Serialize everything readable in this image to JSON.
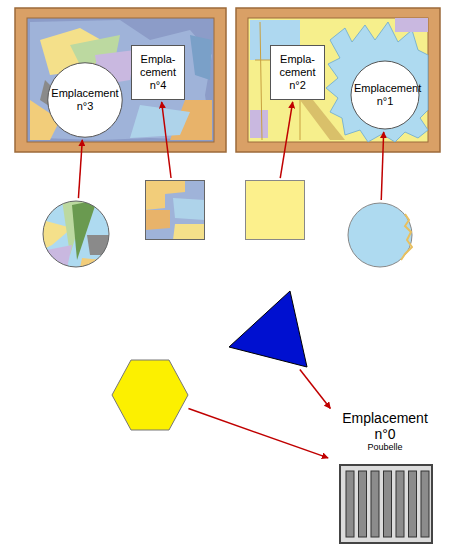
{
  "diagram": {
    "nodes": [
      {
        "text": [
          "Emplacement n°3"
        ]
      },
      {
        "text": [
          "Empla- cement n°4"
        ]
      },
      {
        "text": [
          "Empla- cement n°2"
        ]
      },
      {
        "text": [
          "Emplacement n°1"
        ]
      },
      {
        "text": []
      },
      {
        "text": []
      },
      {
        "text": []
      },
      {
        "text": []
      },
      {
        "text": []
      },
      {
        "text": []
      },
      {
        "text": [
          "Emplacement n°0",
          "Poubelle"
        ]
      }
    ],
    "edges": [
      {
        "from": 4,
        "to": 0,
        "arrow": "to"
      },
      {
        "from": 5,
        "to": 1,
        "arrow": "to"
      },
      {
        "from": 6,
        "to": 2,
        "arrow": "to"
      },
      {
        "from": 7,
        "to": 3,
        "arrow": "to"
      },
      {
        "from": 9,
        "to": 10,
        "arrow": "to"
      },
      {
        "from": 8,
        "to": 10,
        "arrow": "to"
      }
    ]
  }
}
